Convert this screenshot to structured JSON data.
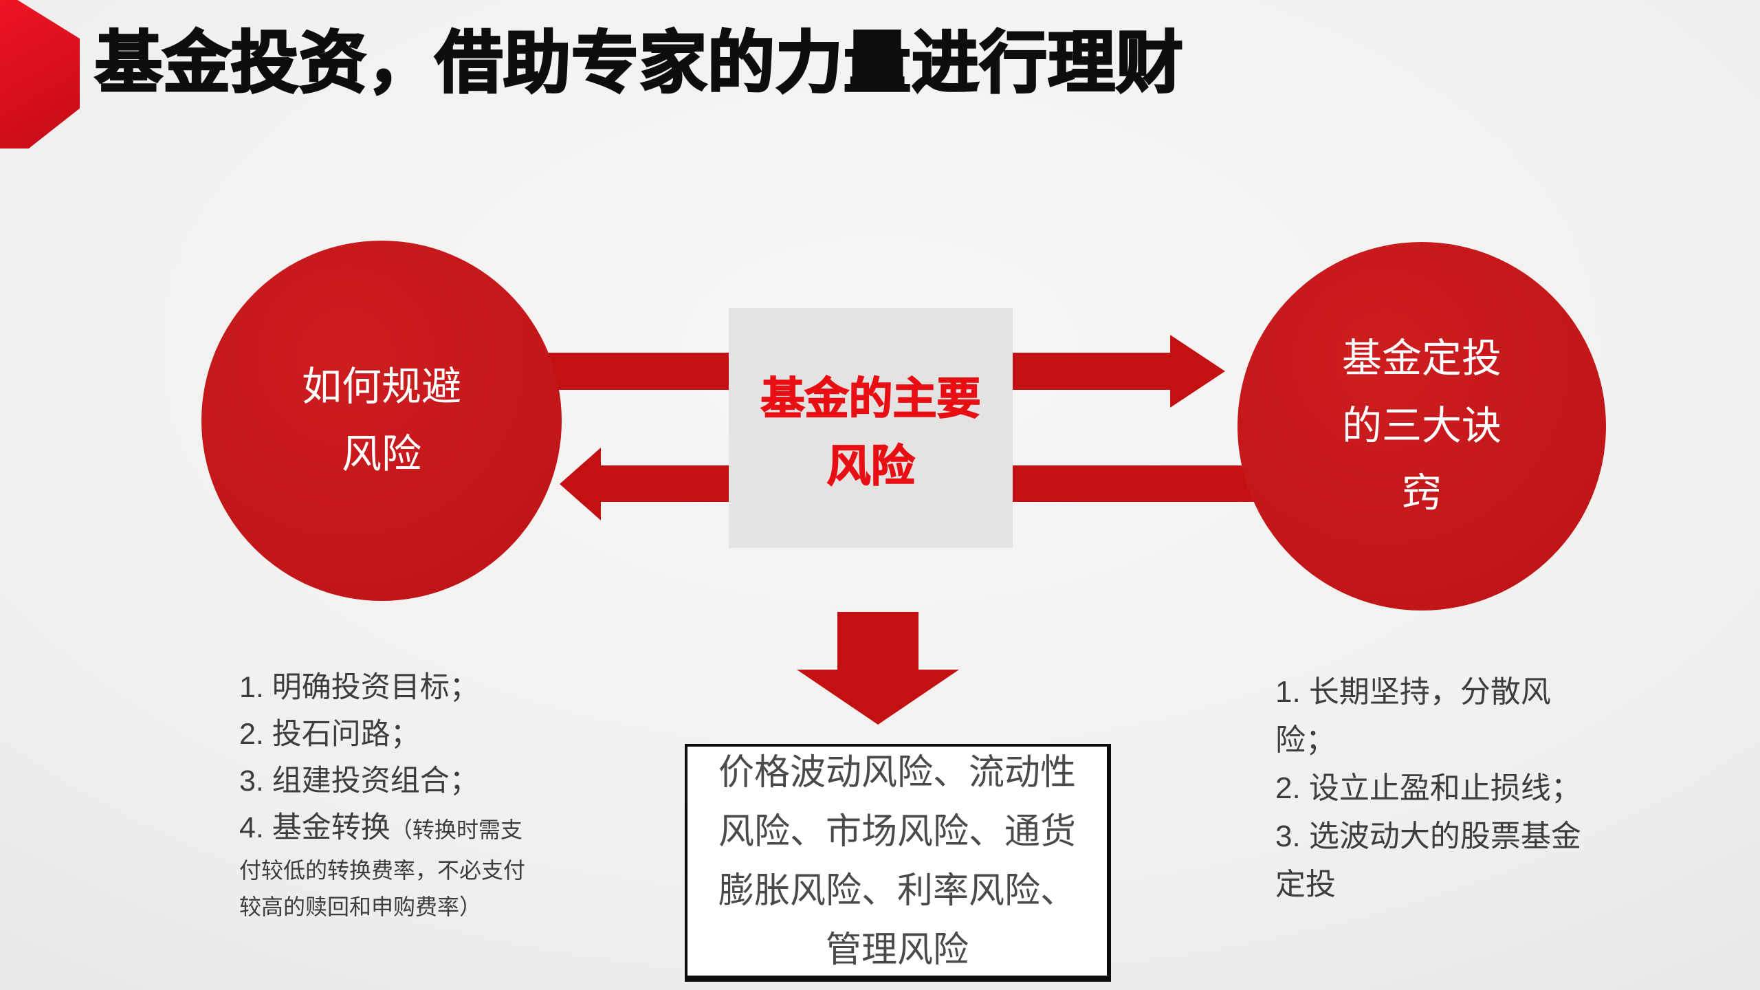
{
  "slide": {
    "title": "基金投资，借助专家的力量进行理财",
    "left_circle": {
      "label": "如何规避\n风险"
    },
    "center_box": {
      "label": "基金的主要\n风险"
    },
    "right_circle": {
      "label": "基金定投\n的三大诀\n窍"
    },
    "left_list": {
      "items": [
        "1. 明确投资目标；",
        "2. 投石问路；",
        "3. 组建投资组合；"
      ],
      "item4_main": "4. 基金转换",
      "item4_note": "（转换时需支付较低的转换费率，不必支付较高的赎回和申购费率）"
    },
    "right_list": {
      "items": [
        "1. 长期坚持，分散风险；",
        "2. 设立止盈和止损线；",
        "3. 选波动大的股票基金定投"
      ]
    },
    "risk_box": {
      "label": "价格波动风险、流动性\n风险、市场风险、通货\n膨胀风险、利率风险、\n管理风险"
    },
    "colors": {
      "circle_red": "#c3171a",
      "arrow_red": "#c21013",
      "chevron_red": "#e8101f",
      "center_text_red": "#e80f14",
      "title_black": "#0d0d0d",
      "body_text_gray": "#3d3d3d",
      "center_box_gray": "#e4e3e2",
      "background_gray": "#eeedec"
    }
  }
}
